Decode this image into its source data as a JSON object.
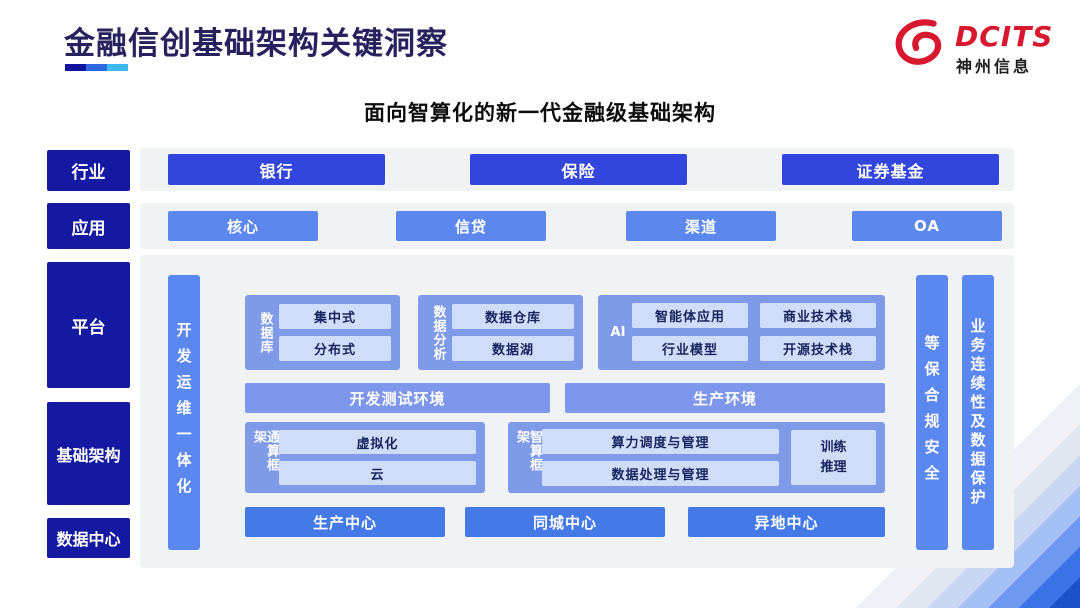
{
  "page": {
    "title": "金融信创基础架构关键洞察",
    "subtitle": "面向智算化的新一代金融级基础架构"
  },
  "logo": {
    "brand": "DCITS",
    "company": "神州信息"
  },
  "layers": {
    "industry": {
      "label": "行业",
      "items": [
        "银行",
        "保险",
        "证券基金"
      ]
    },
    "application": {
      "label": "应用",
      "items": [
        "核心",
        "信贷",
        "渠道",
        "OA"
      ]
    },
    "platform": {
      "label": "平台"
    },
    "infrastructure": {
      "label": "基础架构"
    },
    "datacenter": {
      "label": "数据中心"
    }
  },
  "diagram": {
    "devops_bar": "开发运维一体化",
    "security_bar": "等保合规安全",
    "continuity_bar": "业务连续性及数据保护",
    "database_group": {
      "label": "数据库",
      "items": [
        "集中式",
        "分布式"
      ]
    },
    "analytics_group": {
      "label": "数据分析",
      "items": [
        "数据仓库",
        "数据湖"
      ]
    },
    "ai_group": {
      "label": "AI",
      "items": [
        "智能体应用",
        "商业技术栈",
        "行业模型",
        "开源技术栈"
      ]
    },
    "env_bars": [
      "开发测试环境",
      "生产环境"
    ],
    "general_compute_group": {
      "label": "通算框架",
      "items": [
        "虚拟化",
        "云"
      ]
    },
    "ai_compute_group": {
      "label": "智算框架",
      "items": [
        "算力调度与管理",
        "数据处理与管理"
      ],
      "side": "训练\n推理"
    },
    "centers": [
      "生产中心",
      "同城中心",
      "异地中心"
    ]
  },
  "colors": {
    "navy_label": "#1518a0",
    "industry_box": "#3246dd",
    "app_box": "#5b87ee",
    "side_bar": "#5b87f0",
    "group_bg": "#7e9ae9",
    "env_bar": "#7e97ec",
    "inner_box_bg": "#cfdef8",
    "inner_box_text": "#17255f",
    "center_bar": "#4679e8",
    "strip_bg": "#f1f2f4",
    "title_text": "#27215e",
    "logo_red": "#d8182e",
    "underline": [
      "#1014a0",
      "#2e68e2",
      "#3cb9f1"
    ]
  }
}
